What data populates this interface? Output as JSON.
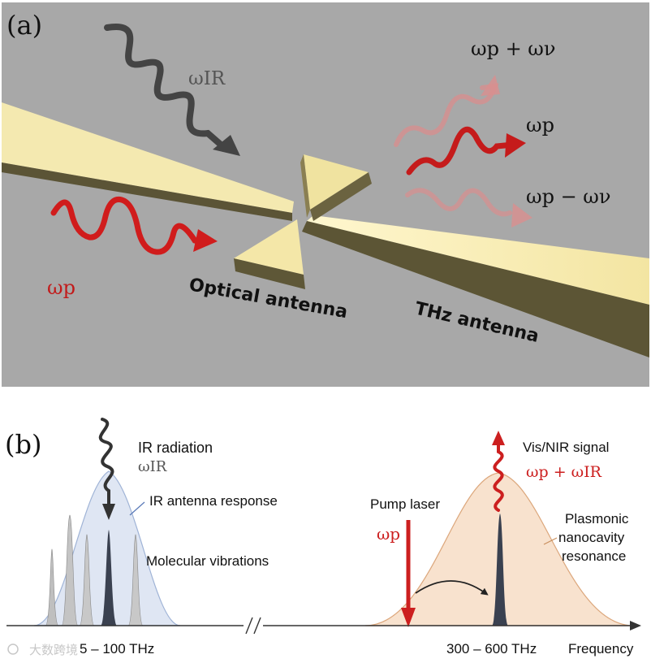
{
  "panel_a": {
    "label": "(a)",
    "ir_label": "ωIR",
    "pump_label": "ωp",
    "sum_label": "ωp + ων",
    "out_label": "ωp",
    "diff_label": "ωp − ων",
    "optical_antenna": "Optical antenna",
    "thz_antenna": "THz antenna"
  },
  "panel_b": {
    "label": "(b)",
    "ir_radiation": "IR radiation",
    "ir_symbol": "ωIR",
    "ir_antenna_response": "IR antenna response",
    "molecular_vibrations": "Molecular vibrations",
    "pump_laser": "Pump laser",
    "pump_symbol": "ωp",
    "signal_title": "Vis/NIR signal",
    "signal_symbol": "ωp + ωIR",
    "plasmonic": [
      "Plasmonic",
      "nanocavity",
      "resonance"
    ],
    "range_left": "5 – 100 THz",
    "range_right": "300 – 600 THz",
    "axis_label": "Frequency"
  },
  "watermark": "大数跨境",
  "colors": {
    "background_a": "#a9a9a9",
    "gold": "#f2e6a8",
    "gold_side": "#7a7148",
    "red": "#cc1f1f",
    "dark_wave": "#454545",
    "ir_fill": "#dde5f2",
    "vis_fill": "#f7e1cc"
  }
}
